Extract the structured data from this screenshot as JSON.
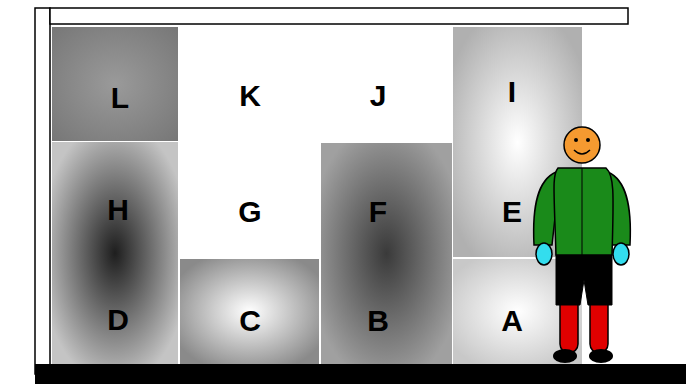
{
  "diagram": {
    "nodes": [
      {
        "text": [
          "L"
        ]
      },
      {
        "text": [
          "K"
        ]
      },
      {
        "text": [
          "J"
        ]
      },
      {
        "text": [
          "I"
        ]
      },
      {
        "text": [
          "H"
        ]
      },
      {
        "text": [
          "G"
        ]
      },
      {
        "text": [
          "F"
        ]
      },
      {
        "text": [
          "E"
        ]
      },
      {
        "text": [
          "D"
        ]
      },
      {
        "text": [
          "C"
        ]
      },
      {
        "text": [
          "B"
        ]
      },
      {
        "text": [
          "A"
        ]
      }
    ]
  }
}
